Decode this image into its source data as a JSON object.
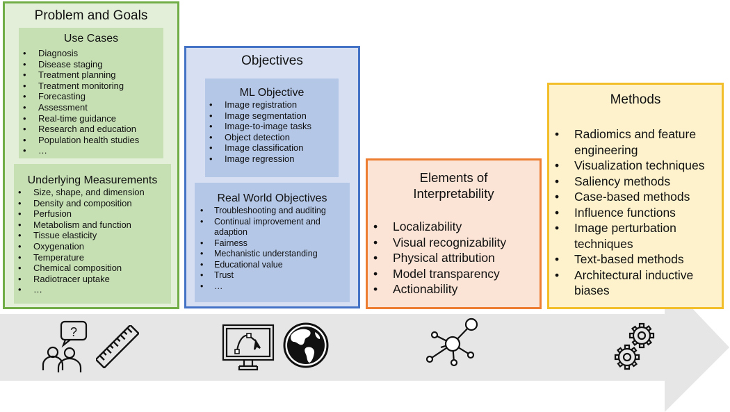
{
  "problem_goals": {
    "title": "Problem and Goals",
    "use_cases": {
      "title": "Use Cases",
      "items": [
        "Diagnosis",
        "Disease staging",
        "Treatment planning",
        "Treatment monitoring",
        "Forecasting",
        "Assessment",
        "Real-time guidance",
        "Research and education",
        "Population health studies",
        "…"
      ]
    },
    "underlying_measurements": {
      "title": "Underlying Measurements",
      "items": [
        "Size, shape, and dimension",
        "Density and composition",
        "Perfusion",
        "Metabolism and function",
        "Tissue elasticity",
        "Oxygenation",
        "Temperature",
        "Chemical composition",
        "Radiotracer uptake",
        "…"
      ]
    }
  },
  "objectives": {
    "title": "Objectives",
    "ml_objective": {
      "title": "ML Objective",
      "items": [
        "Image registration",
        "Image segmentation",
        "Image-to-image tasks",
        "Object detection",
        "Image classification",
        "Image regression"
      ]
    },
    "real_world_objectives": {
      "title": "Real World Objectives",
      "items": [
        "Troubleshooting and auditing",
        "Continual improvement and adaption",
        "Fairness",
        "Mechanistic understanding",
        "Educational value",
        "Trust",
        "…"
      ]
    }
  },
  "elements": {
    "title": "Elements of Interpretability",
    "items": [
      "Localizability",
      "Visual recognizability",
      "Physical attribution",
      "Model transparency",
      "Actionability"
    ]
  },
  "methods": {
    "title": "Methods",
    "items": [
      "Radiomics and feature engineering",
      "Visualization techniques",
      "Saliency methods",
      "Case-based methods",
      "Influence functions",
      "Image perturbation techniques",
      "Text-based methods",
      "Architectural inductive biases"
    ]
  },
  "icons": [
    "people-question-icon",
    "ruler-icon",
    "monitor-drawing-icon",
    "globe-icon",
    "network-icon",
    "gears-icon"
  ],
  "colors": {
    "arrow": "#e6e6e6",
    "green_border": "#70ad47",
    "green_fill": "#e3efd8",
    "green_sub": "#c6e0b4",
    "blue_border": "#4472c4",
    "blue_fill": "#d6e0f2",
    "blue_sub": "#b4c7e7",
    "orange_border": "#ed7d31",
    "orange_fill": "#fbe3d5",
    "yellow_border": "#f2bf2a",
    "yellow_fill": "#fef2cc"
  }
}
